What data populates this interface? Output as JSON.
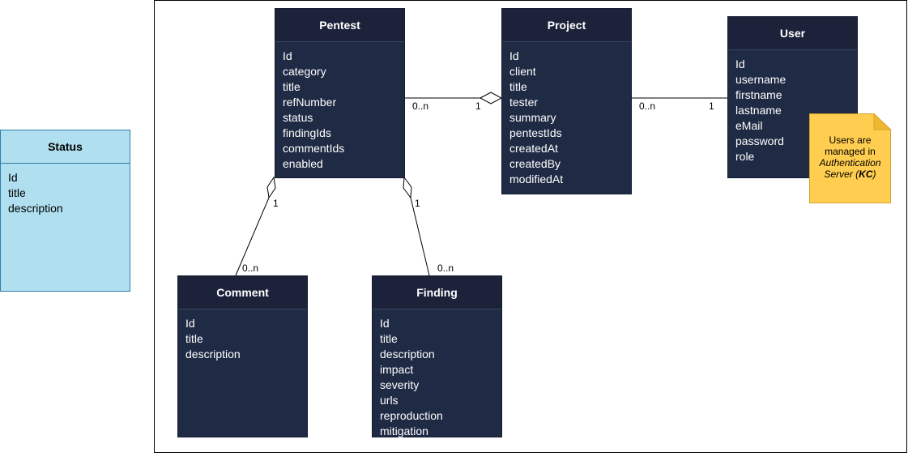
{
  "classes": {
    "pentest": {
      "name": "Pentest",
      "attributes": [
        "Id",
        "category",
        "title",
        "refNumber",
        "status",
        "findingIds",
        "commentIds",
        "enabled"
      ]
    },
    "project": {
      "name": "Project",
      "attributes": [
        "Id",
        "client",
        "title",
        "tester",
        "summary",
        "pentestIds",
        "createdAt",
        "createdBy",
        "modifiedAt"
      ]
    },
    "user": {
      "name": "User",
      "attributes": [
        "Id",
        "username",
        "firstname",
        "lastname",
        "eMail",
        "password",
        "role"
      ]
    },
    "status": {
      "name": "Status",
      "attributes": [
        "Id",
        "title",
        "description"
      ]
    },
    "comment": {
      "name": "Comment",
      "attributes": [
        "Id",
        "title",
        "description"
      ]
    },
    "finding": {
      "name": "Finding",
      "attributes": [
        "Id",
        "title",
        "description",
        "impact",
        "severity",
        "urls",
        "reproduction",
        "mitigation"
      ]
    }
  },
  "relations": {
    "pentest_project": {
      "pentest_end": "0..n",
      "project_end": "1"
    },
    "project_user": {
      "project_end": "0..n",
      "user_end": "1"
    },
    "pentest_comment": {
      "pentest_end": "1",
      "comment_end": "0..n"
    },
    "pentest_finding": {
      "pentest_end": "1",
      "finding_end": "0..n"
    }
  },
  "note": {
    "line1": "Users are",
    "line2": "managed in",
    "line3": "Authentication",
    "line4_pre": "Server (",
    "line4_bold": "KC",
    "line4_post": ")"
  },
  "colors": {
    "class_fill": "#1f2a44",
    "status_fill": "#b0e0f0",
    "note_fill": "#ffcd4f"
  }
}
